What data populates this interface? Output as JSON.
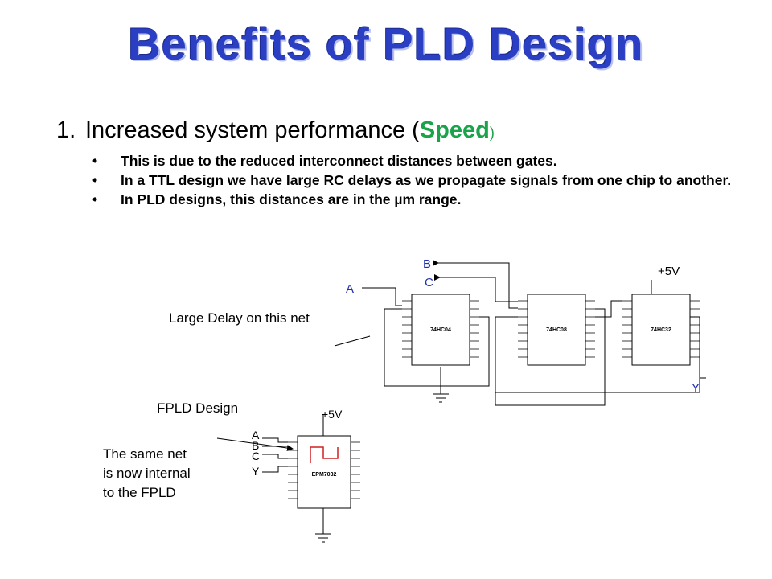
{
  "slide": {
    "title": "Benefits of PLD Design",
    "point": {
      "number": "1.",
      "text": "Increased system performance (",
      "emphasis": "Speed",
      "close": ")"
    },
    "bullets": [
      "This is due to the reduced interconnect distances between gates.",
      "In a TTL design we have large RC delays as we propagate signals from one chip to  another.",
      " In PLD designs, this distances are in the µm range."
    ],
    "labels": {
      "large_delay": "Large Delay on this net",
      "fpld_design": "FPLD Design",
      "same_net_1": "The same net",
      "same_net_2": "is now internal",
      "same_net_3": "to the FPLD"
    },
    "ttl_schematic": {
      "signal_a": "A",
      "signal_b": "B",
      "signal_c": "C",
      "signal_y": "Y",
      "supply": "+5V",
      "chip1": "74HC04",
      "chip2": "74HC08",
      "chip3": "74HC32"
    },
    "fpld_schematic": {
      "signal_a": "A",
      "signal_b": "B",
      "signal_c": "C",
      "signal_y": "Y",
      "supply": "+5V",
      "chip": "EPM7032"
    }
  }
}
